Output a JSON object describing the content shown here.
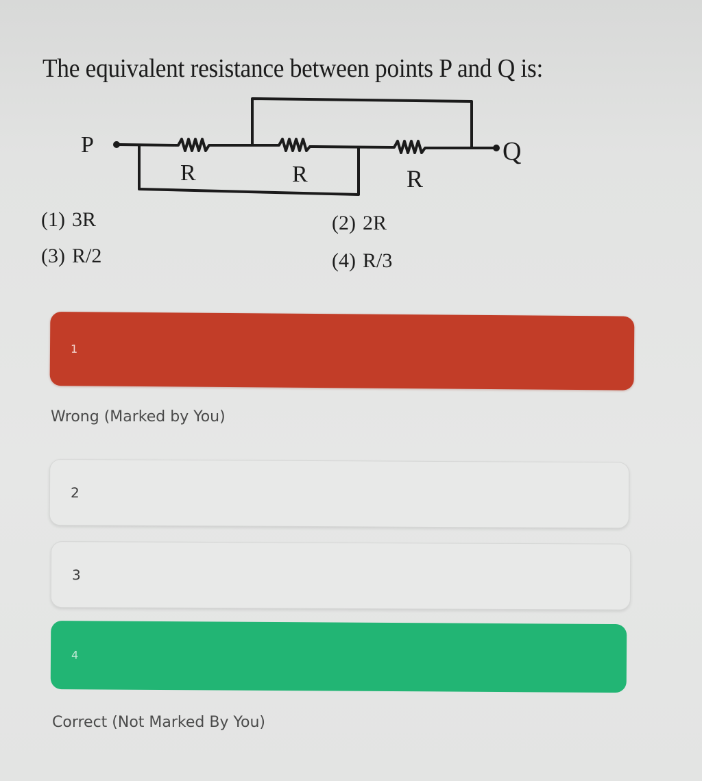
{
  "question": {
    "text": "The equivalent resistance between points P and Q is:"
  },
  "circuit": {
    "terminal_left": "P",
    "terminal_right": "Q",
    "resistors": [
      {
        "label": "R"
      },
      {
        "label": "R"
      },
      {
        "label": "R"
      }
    ]
  },
  "options": [
    {
      "num": "(1)",
      "value": "3R"
    },
    {
      "num": "(2)",
      "value": "2R"
    },
    {
      "num": "(3)",
      "value": "R/2"
    },
    {
      "num": "(4)",
      "value": "R/3"
    }
  ],
  "answers": [
    {
      "label": "1",
      "state": "wrong",
      "color": "#c23d28"
    },
    {
      "label": "2",
      "state": "neutral"
    },
    {
      "label": "3",
      "state": "neutral"
    },
    {
      "label": "4",
      "state": "correct",
      "color": "#22b574"
    }
  ],
  "status": {
    "wrong": "Wrong (Marked by You)",
    "correct": "Correct (Not Marked By You)"
  }
}
